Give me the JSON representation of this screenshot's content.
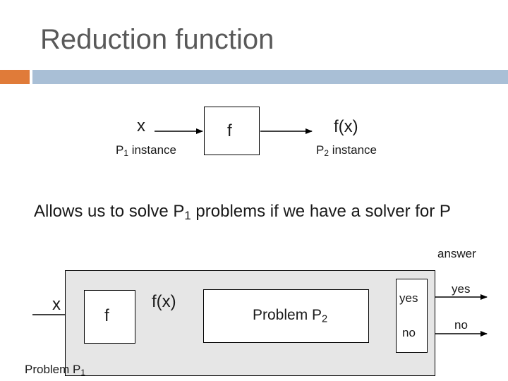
{
  "slide": {
    "title": "Reduction function",
    "accent_colors": {
      "left_bar": "#e07b39",
      "right_bar": "#a9bfd6"
    }
  },
  "top_diagram": {
    "input_label": "x",
    "input_caption": "P",
    "input_caption_sub": "1",
    "input_caption_suffix": " instance",
    "function_label": "f",
    "output_label": "f(x)",
    "output_caption": "P",
    "output_caption_sub": "2",
    "output_caption_suffix": " instance"
  },
  "statement": {
    "prefix": "Allows us to solve P",
    "sub": "1",
    "suffix": " problems if we have a solver for P"
  },
  "bottom_diagram": {
    "answer_label": "answer",
    "input_label": "x",
    "function_label": "f",
    "intermediate_label": "f(x)",
    "solver_label": "Problem P",
    "solver_sub": "2",
    "inner_yes": "yes",
    "inner_no": "no",
    "outer_yes": "yes",
    "outer_no": "no",
    "container_label": "Problem P",
    "container_sub": "1"
  }
}
